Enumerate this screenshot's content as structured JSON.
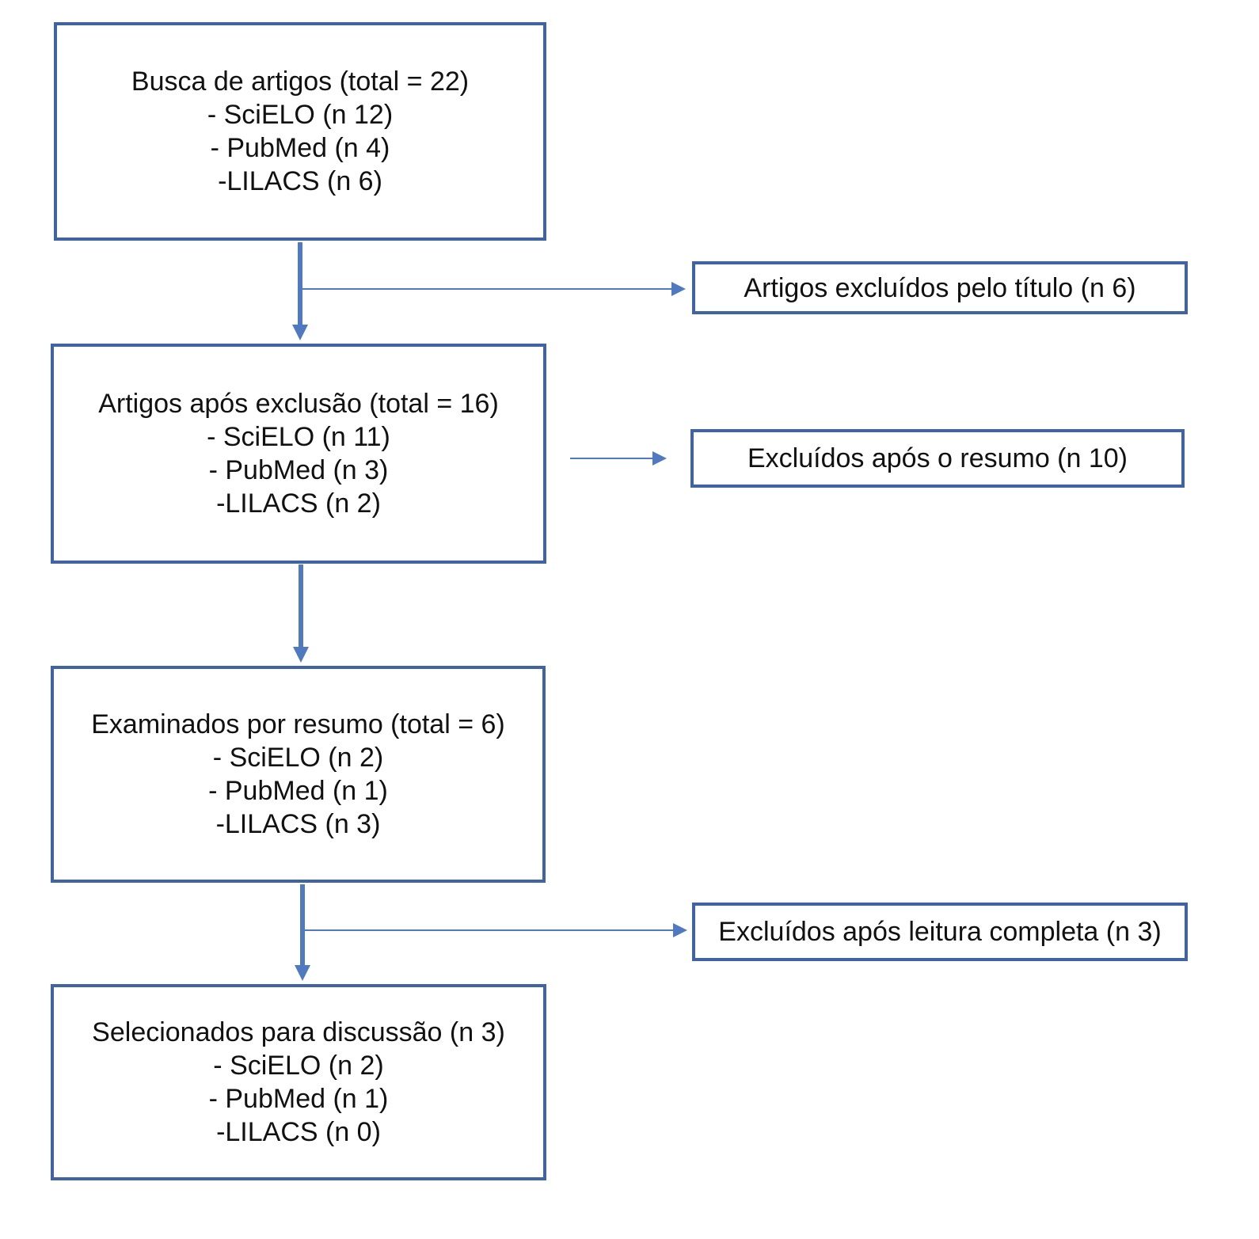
{
  "flow": {
    "main_boxes": [
      {
        "lines": [
          "Busca de artigos (total = 22)",
          "- SciELO (n 12)",
          "- PubMed (n 4)",
          "-LILACS (n 6)"
        ]
      },
      {
        "lines": [
          "Artigos após exclusão (total = 16)",
          "- SciELO (n 11)",
          "- PubMed (n 3)",
          "-LILACS (n 2)"
        ]
      },
      {
        "lines": [
          "Examinados por resumo (total = 6)",
          "- SciELO (n 2)",
          "- PubMed (n 1)",
          "-LILACS (n 3)"
        ]
      },
      {
        "lines": [
          "Selecionados para discussão (n 3)",
          "- SciELO (n 2)",
          "- PubMed (n 1)",
          "-LILACS (n 0)"
        ]
      }
    ],
    "exclusion_boxes": [
      {
        "label": "Artigos excluídos pelo título (n 6)"
      },
      {
        "label": "Excluídos após o resumo (n 10)"
      },
      {
        "label": "Excluídos após leitura completa (n 3)"
      }
    ]
  },
  "colors": {
    "border": "#3f63a3",
    "arrow": "#4f7ac0"
  }
}
